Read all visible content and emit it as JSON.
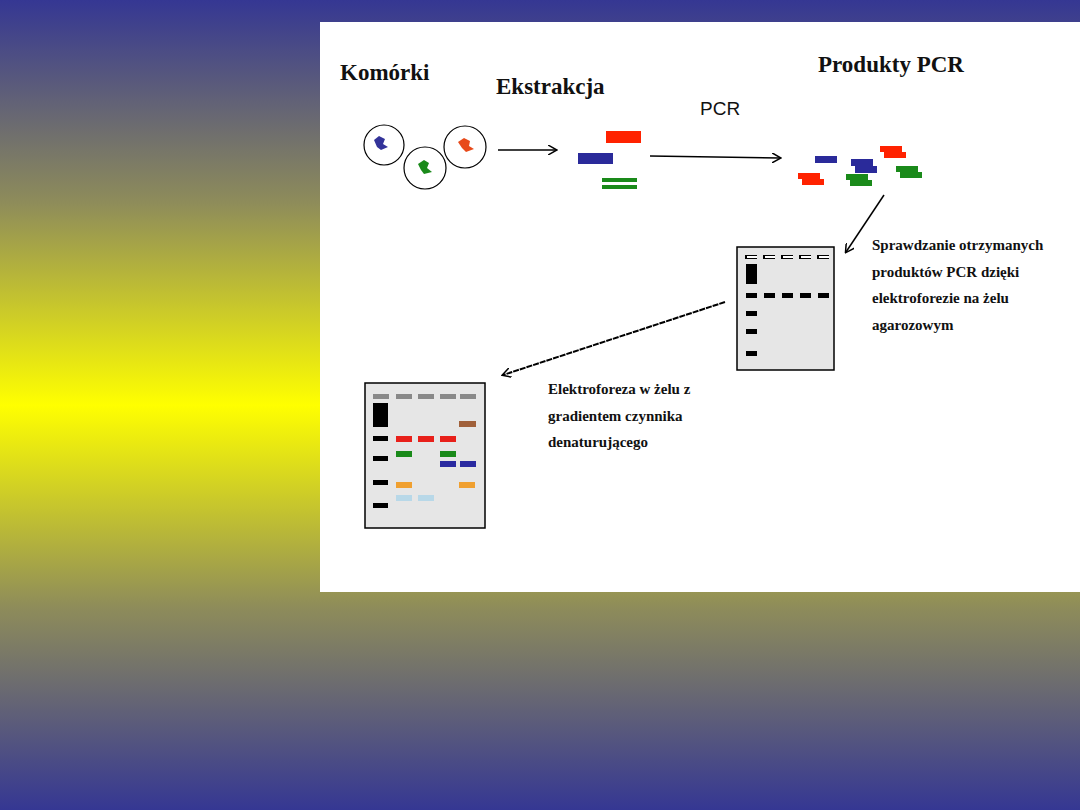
{
  "diagram": {
    "labels": [
      "Komórki",
      "Ekstrakcja",
      "PCR",
      "Produkty PCR",
      "Sprawdzanie otrzymanych produktów PCR dzięki elektroforezie na żelu agarozowym",
      "Elektroforeza w żelu z gradientem czynnika denaturującego"
    ]
  }
}
